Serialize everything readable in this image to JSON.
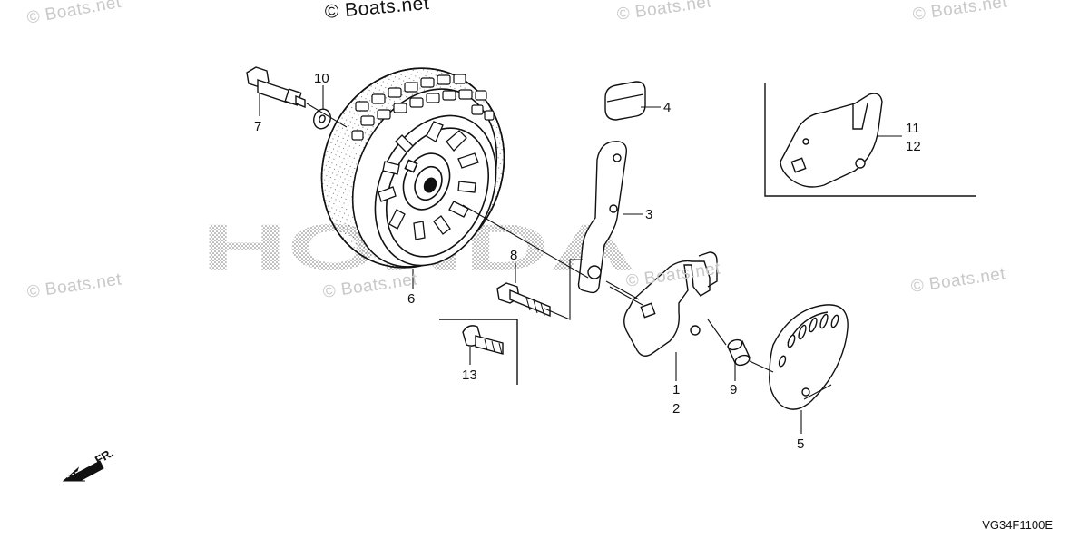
{
  "watermarks": {
    "w1": "© Boats.net",
    "w2": "© Boats.net",
    "w3": "© Boats.net",
    "w4": "© Boats.net",
    "w5": "© Boats.net",
    "w6": "© Boats.net",
    "w7": "© Boats.net",
    "w8": "© Boats.net"
  },
  "brand_watermark": "HONDA",
  "direction_label": "FR.",
  "diagram_code": "VG34F1100E",
  "callouts": {
    "c1": "1",
    "c2": "2",
    "c3": "3",
    "c4": "4",
    "c5": "5",
    "c6": "6",
    "c7": "7",
    "c8": "8",
    "c9": "9",
    "c10": "10",
    "c11": "11",
    "c12": "12",
    "c13": "13"
  },
  "colors": {
    "line": "#111111",
    "watermark": "#c9c9c9",
    "paper": "#ffffff"
  }
}
